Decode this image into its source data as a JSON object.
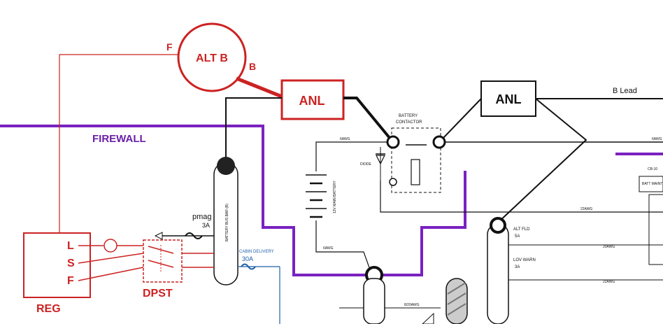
{
  "colors": {
    "red": "#cc2222",
    "black": "#111111",
    "purple": "#7a22c0",
    "blue": "#1f5fa8",
    "hatch": "#777777"
  },
  "alternator": {
    "name": "ALT B",
    "f_terminal": "F",
    "b_terminal": "B"
  },
  "anl_red": {
    "label": "ANL"
  },
  "anl_black": {
    "label": "ANL"
  },
  "b_lead": {
    "label": "B Lead"
  },
  "firewall": {
    "label": "FIREWALL"
  },
  "regulator": {
    "name": "REG",
    "terminals": [
      "L",
      "S",
      "F"
    ]
  },
  "dpst": {
    "label": "DPST"
  },
  "pmag": {
    "label": "pmag",
    "rating": "3A"
  },
  "cabin_breaker": {
    "label": "CABIN DELIVERY",
    "rating": "30A"
  },
  "main_bus": {
    "label": "BATTERY BUS BAR (B)"
  },
  "contactor": {
    "label_line1": "BATTERY",
    "label_line2": "CONTACTOR"
  },
  "diode": {
    "label": "DIODE"
  },
  "battery": {
    "label": "12V MAIN BATTERY"
  },
  "wire_gauges": {
    "top": "6AWG",
    "right_top": "6AWG",
    "lower_left": "6AWG",
    "right_mid": "22AWG",
    "lower_mid": "8/20AWG"
  },
  "alt_fld": {
    "label": "ALT FLD",
    "rating": "5A"
  },
  "lov_warn": {
    "label": "LOV WARN",
    "rating": "3A"
  },
  "right_gauges": {
    "a": "20AWG",
    "b": "22AWG"
  },
  "right_edge": {
    "label_a": "CB-10",
    "label_b": "BATT MAINT"
  }
}
